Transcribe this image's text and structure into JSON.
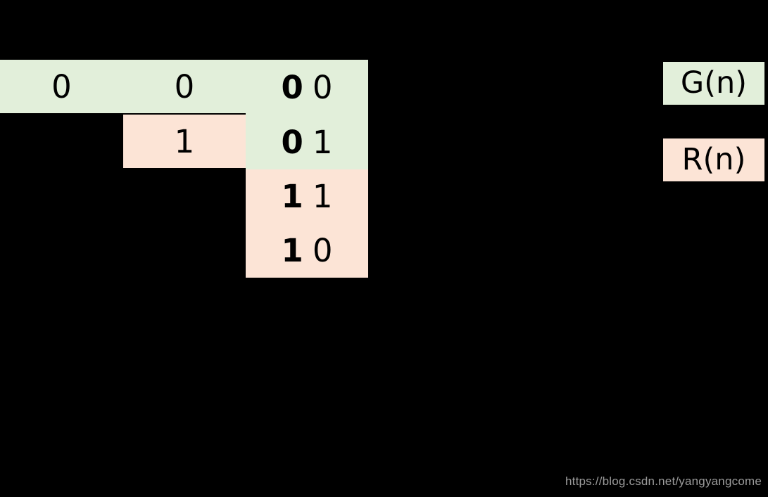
{
  "colors": {
    "background": "#000000",
    "green_fill": "#e2efda",
    "pink_fill": "#fce4d6",
    "digit_text": "#000000",
    "watermark_text": "#9c9c9c"
  },
  "cells": {
    "n0": {
      "value": "0"
    },
    "n1_top": {
      "value": "0"
    },
    "n1_bottom": {
      "value": "1"
    },
    "n2_green": [
      {
        "prefix": "0",
        "suffix": "0"
      },
      {
        "prefix": "0",
        "suffix": "1"
      }
    ],
    "n2_pink": [
      {
        "prefix": "1",
        "suffix": "1"
      },
      {
        "prefix": "1",
        "suffix": "0"
      }
    ]
  },
  "legend": {
    "green_label": "G(n)",
    "pink_label": "R(n)"
  },
  "watermark": "https://blog.csdn.net/yangyangcome"
}
